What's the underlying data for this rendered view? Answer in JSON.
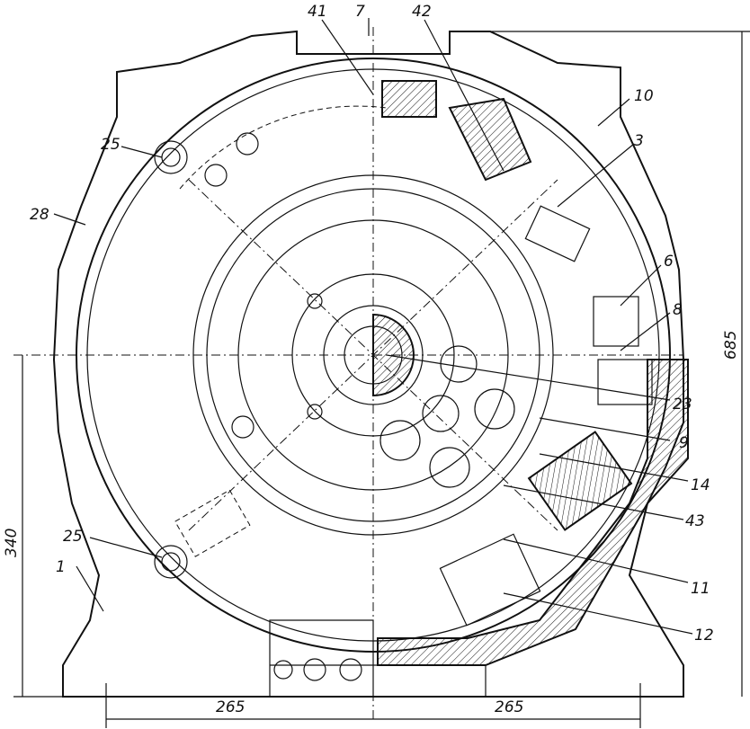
{
  "drawing": {
    "callouts": [
      "41",
      "7",
      "42",
      "10",
      "3",
      "25",
      "28",
      "6",
      "8",
      "23",
      "9",
      "14",
      "43",
      "11",
      "12",
      "25",
      "1"
    ],
    "dimensions": {
      "height_total": "685",
      "height_axis": "340",
      "half_width_left": "265",
      "half_width_right": "265"
    }
  }
}
